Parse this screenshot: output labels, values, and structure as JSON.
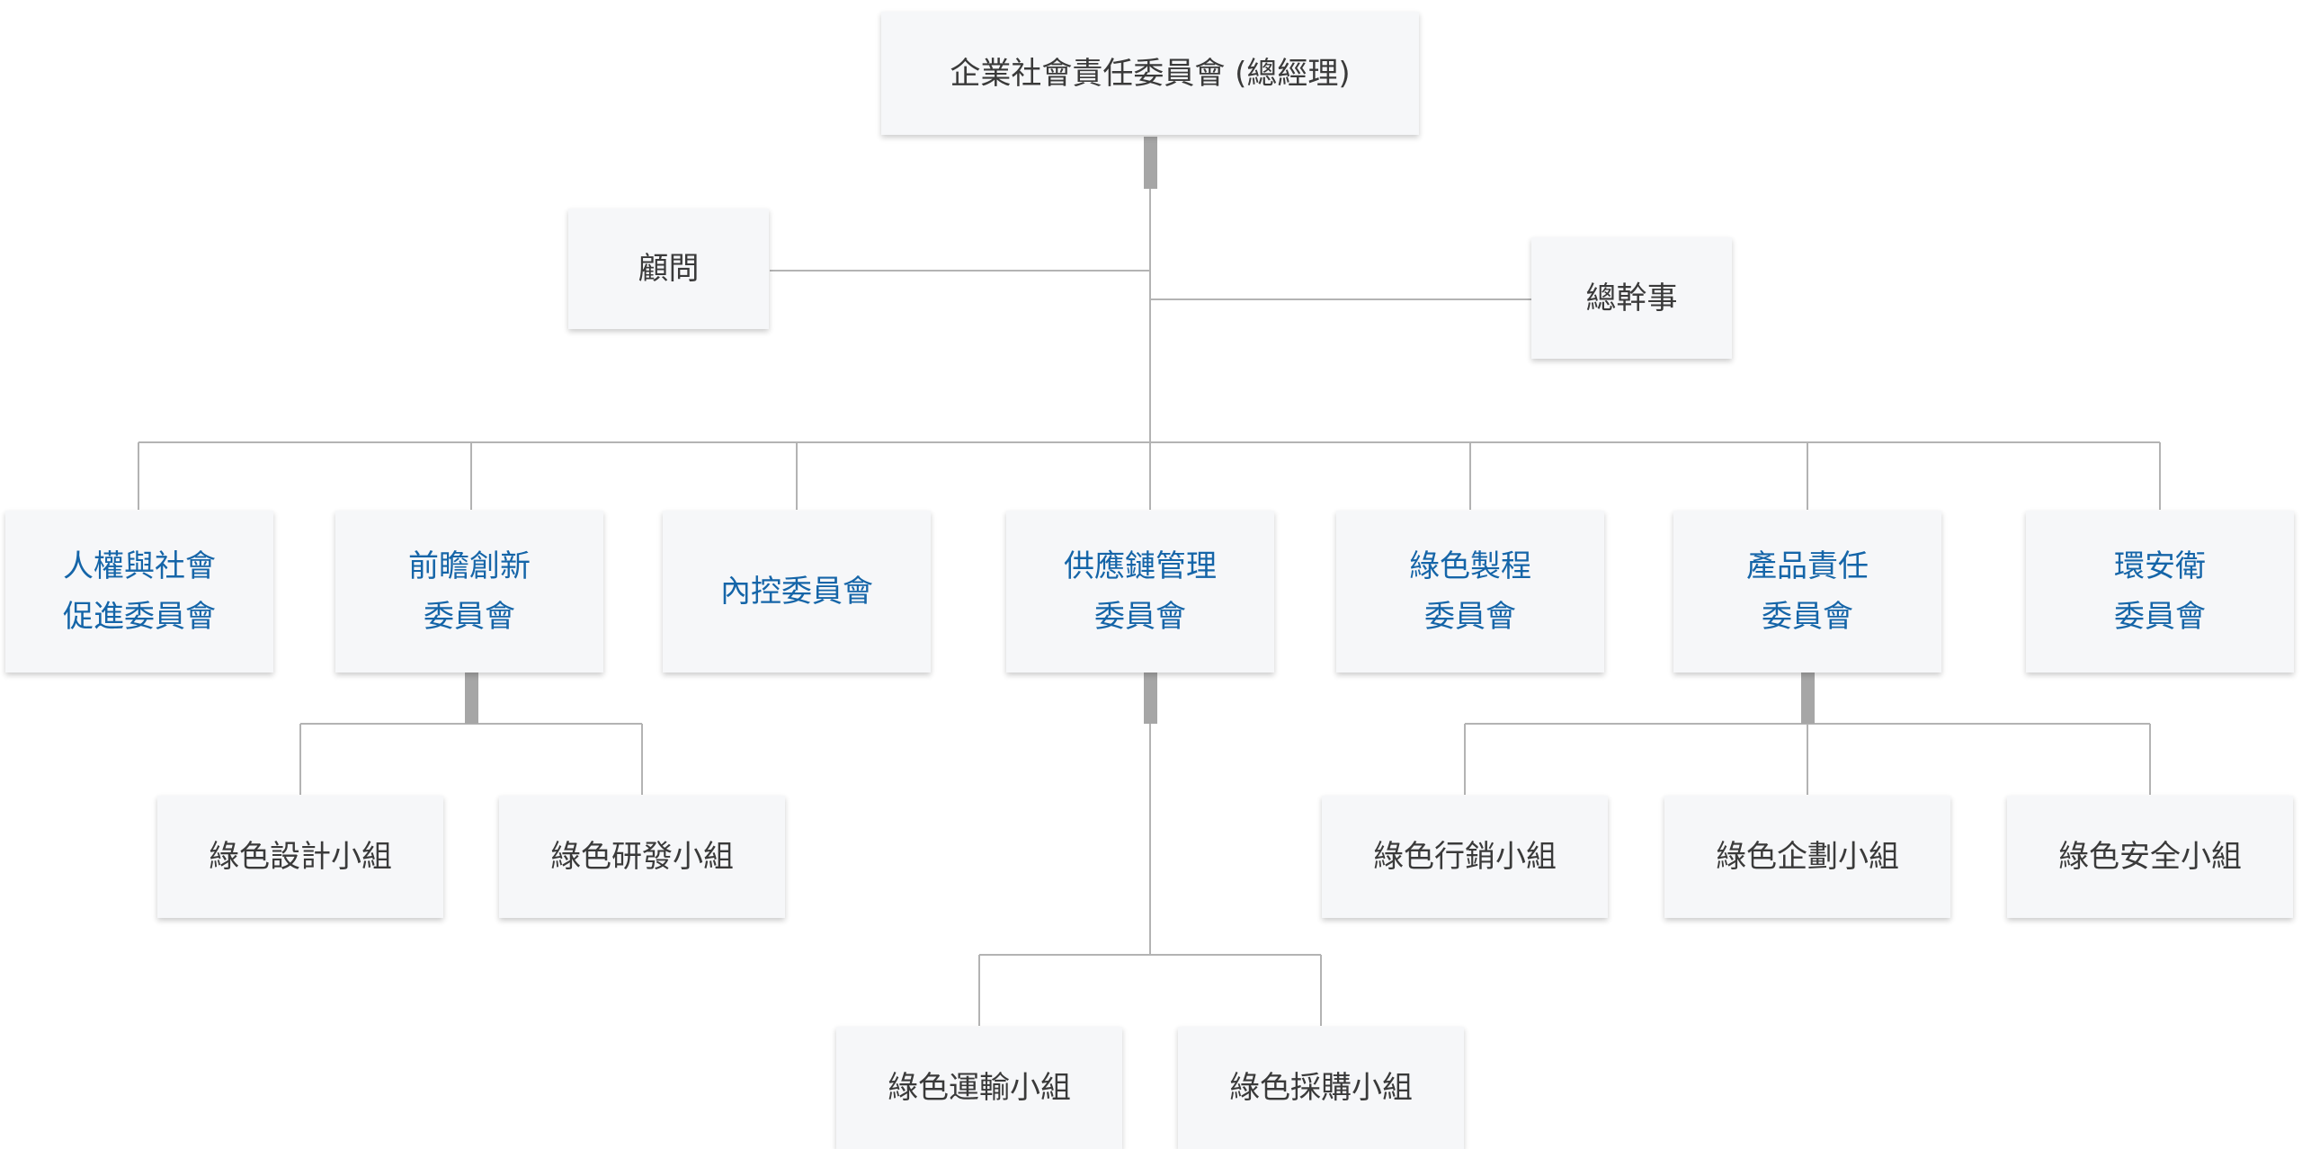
{
  "chart_data": {
    "type": "org-chart",
    "root": {
      "label": "企業社會責任委員會 (總經理)",
      "side_roles": [
        "顧問",
        "總幹事"
      ],
      "committees": [
        {
          "lines": [
            "人權與社會",
            "促進委員會"
          ],
          "groups": []
        },
        {
          "lines": [
            "前瞻創新",
            "委員會"
          ],
          "groups": [
            "綠色設計小組",
            "綠色研發小組"
          ]
        },
        {
          "lines": [
            "內控委員會"
          ],
          "groups": []
        },
        {
          "lines": [
            "供應鏈管理",
            "委員會"
          ],
          "groups": [
            "綠色運輸小組",
            "綠色採購小組"
          ]
        },
        {
          "lines": [
            "綠色製程",
            "委員會"
          ],
          "groups": []
        },
        {
          "lines": [
            "產品責任",
            "委員會"
          ],
          "groups": [
            "綠色行銷小組",
            "綠色企劃小組",
            "綠色安全小組"
          ]
        },
        {
          "lines": [
            "環安衛",
            "委員會"
          ],
          "groups": []
        }
      ]
    }
  },
  "colors": {
    "box_background": "#f6f7f9",
    "connector_line": "#b3b3b3",
    "connector_stub": "#a6a6a6",
    "text_dark": "#3a3a3a",
    "text_blue": "#1565a8"
  }
}
